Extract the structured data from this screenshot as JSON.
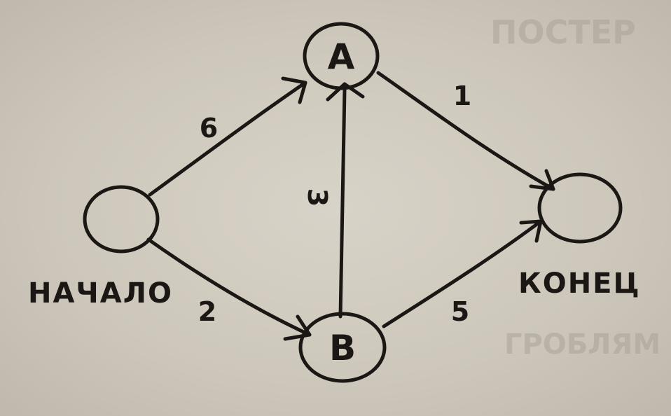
{
  "nodes": {
    "start": {
      "name": "",
      "caption": "НАЧАЛО"
    },
    "a": {
      "name": "A"
    },
    "b": {
      "name": "B"
    },
    "end": {
      "name": "",
      "caption": "КОНЕЦ"
    }
  },
  "edges": {
    "start_a": {
      "weight": "6"
    },
    "start_b": {
      "weight": "2"
    },
    "b_a": {
      "weight": "3"
    },
    "a_end": {
      "weight": "1"
    },
    "b_end": {
      "weight": "5"
    }
  },
  "colors": {
    "ink": "#1a1715",
    "paper": "#cfc9bd"
  }
}
